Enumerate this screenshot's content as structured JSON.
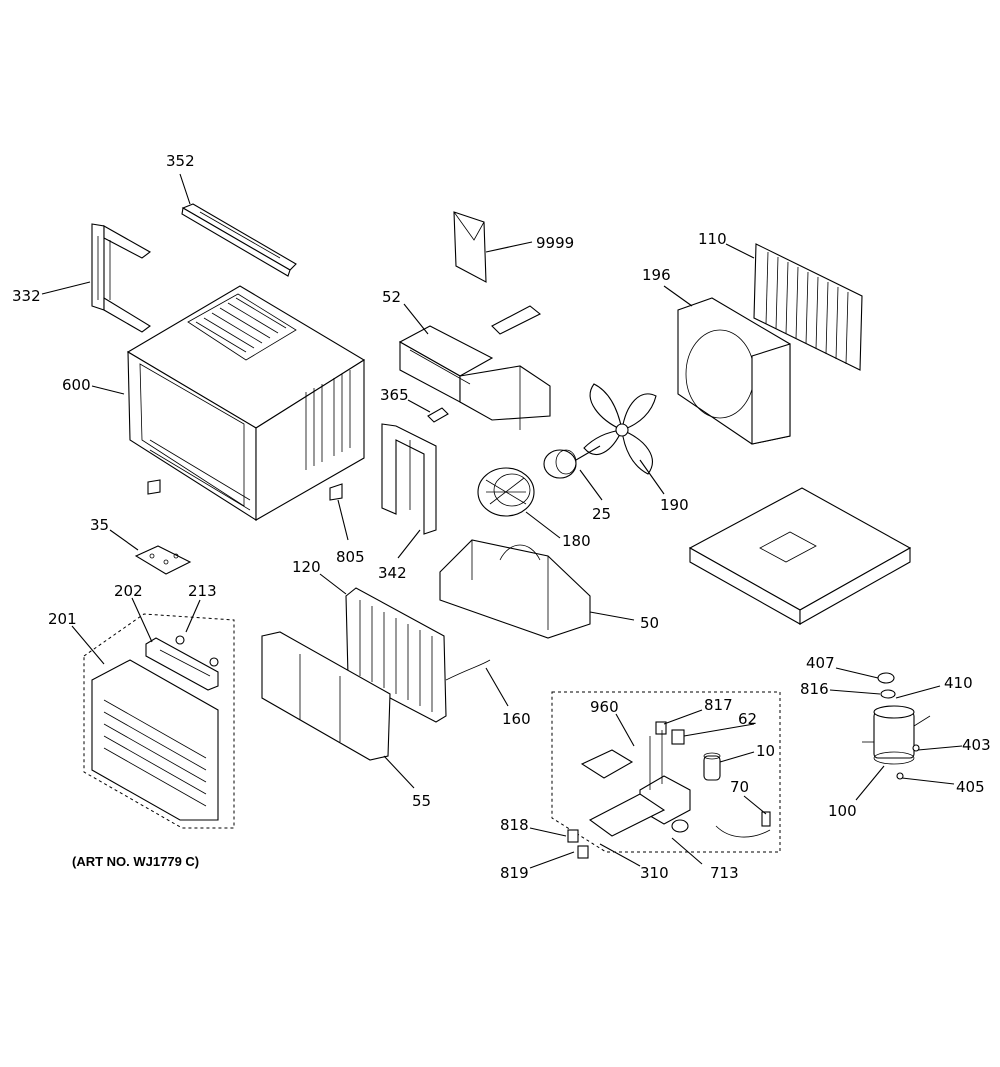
{
  "diagram": {
    "art_number": "(ART NO. WJ1779 C)",
    "callouts": [
      {
        "id": "352",
        "text": "352"
      },
      {
        "id": "332",
        "text": "332"
      },
      {
        "id": "600",
        "text": "600"
      },
      {
        "id": "9999",
        "text": "9999"
      },
      {
        "id": "52",
        "text": "52"
      },
      {
        "id": "365",
        "text": "365"
      },
      {
        "id": "110",
        "text": "110"
      },
      {
        "id": "196",
        "text": "196"
      },
      {
        "id": "25",
        "text": "25"
      },
      {
        "id": "190",
        "text": "190"
      },
      {
        "id": "180",
        "text": "180"
      },
      {
        "id": "35",
        "text": "35"
      },
      {
        "id": "805",
        "text": "805"
      },
      {
        "id": "342",
        "text": "342"
      },
      {
        "id": "120",
        "text": "120"
      },
      {
        "id": "50",
        "text": "50"
      },
      {
        "id": "202",
        "text": "202"
      },
      {
        "id": "213",
        "text": "213"
      },
      {
        "id": "201",
        "text": "201"
      },
      {
        "id": "160",
        "text": "160"
      },
      {
        "id": "55",
        "text": "55"
      },
      {
        "id": "960",
        "text": "960"
      },
      {
        "id": "817",
        "text": "817"
      },
      {
        "id": "62",
        "text": "62"
      },
      {
        "id": "10",
        "text": "10"
      },
      {
        "id": "70",
        "text": "70"
      },
      {
        "id": "818",
        "text": "818"
      },
      {
        "id": "819",
        "text": "819"
      },
      {
        "id": "310",
        "text": "310"
      },
      {
        "id": "713",
        "text": "713"
      },
      {
        "id": "407",
        "text": "407"
      },
      {
        "id": "816",
        "text": "816"
      },
      {
        "id": "410",
        "text": "410"
      },
      {
        "id": "403",
        "text": "403"
      },
      {
        "id": "405",
        "text": "405"
      },
      {
        "id": "100",
        "text": "100"
      }
    ]
  }
}
